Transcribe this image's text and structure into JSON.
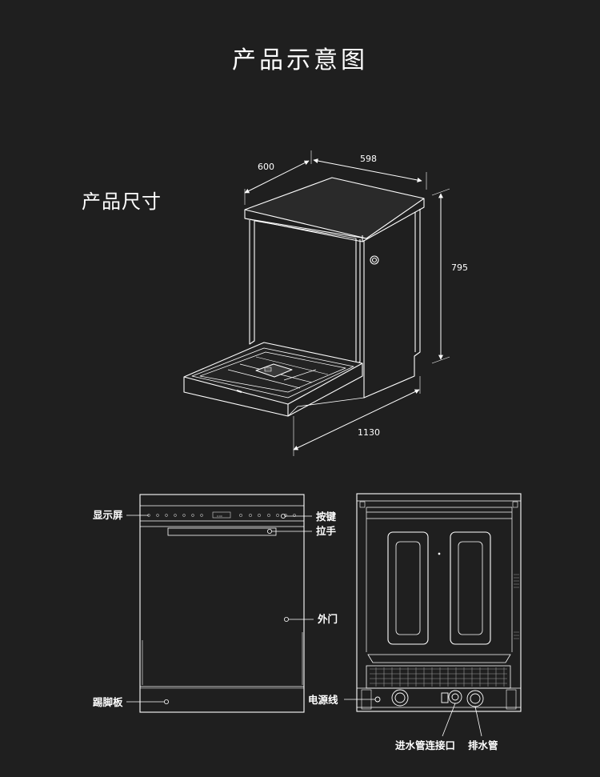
{
  "title": "产品示意图",
  "section_title": "产品尺寸",
  "dimensions": {
    "depth": "600",
    "width": "598",
    "height": "795",
    "open_depth": "1130"
  },
  "front_labels": {
    "display": "显示屏",
    "buttons": "按键",
    "handle": "拉手",
    "outer_door": "外门",
    "kickboard": "踢脚板"
  },
  "rear_labels": {
    "power_cord": "电源线",
    "inlet": "进水管连接口",
    "drain": "排水管"
  },
  "panel": {
    "time_display": "0:00"
  },
  "colors": {
    "background": "#1f1f1f",
    "line": "#ffffff",
    "detail": "#9a9a9a"
  }
}
